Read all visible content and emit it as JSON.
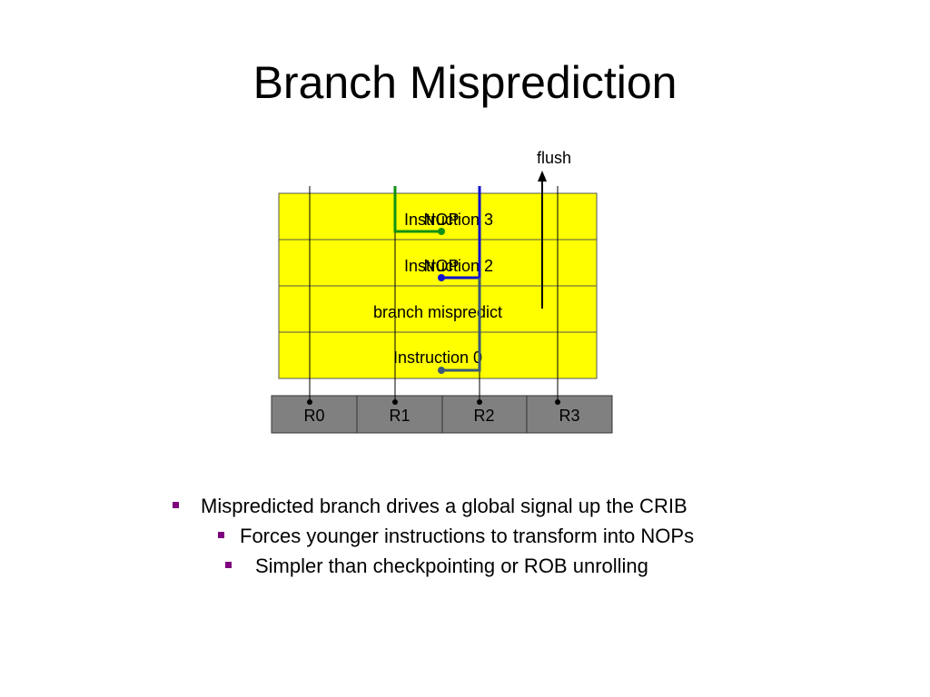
{
  "title": "Branch Misprediction",
  "diagram": {
    "flush_label": "flush",
    "rows": [
      {
        "label": "Instruction 3",
        "overlay": "NOP"
      },
      {
        "label": "Instruction 2",
        "overlay": "NOP"
      },
      {
        "label": "branch mispredict",
        "overlay": ""
      },
      {
        "label": "Instruction 0",
        "overlay": ""
      }
    ],
    "registers": [
      "R0",
      "R1",
      "R2",
      "R3"
    ],
    "colors": {
      "crib_fill": "#ffff00",
      "register_fill": "#808080",
      "green_wire": "#139013",
      "blue_wire": "#1010d0",
      "slate_wire": "#3b5a78",
      "bullet": "#7f007f"
    }
  },
  "bullets": [
    {
      "level": 1,
      "text": "Mispredicted branch drives a global signal up the CRIB"
    },
    {
      "level": 2,
      "text": "Forces younger instructions to transform into NOPs"
    },
    {
      "level": 3,
      "text": "Simpler than checkpointing or ROB unrolling"
    }
  ]
}
